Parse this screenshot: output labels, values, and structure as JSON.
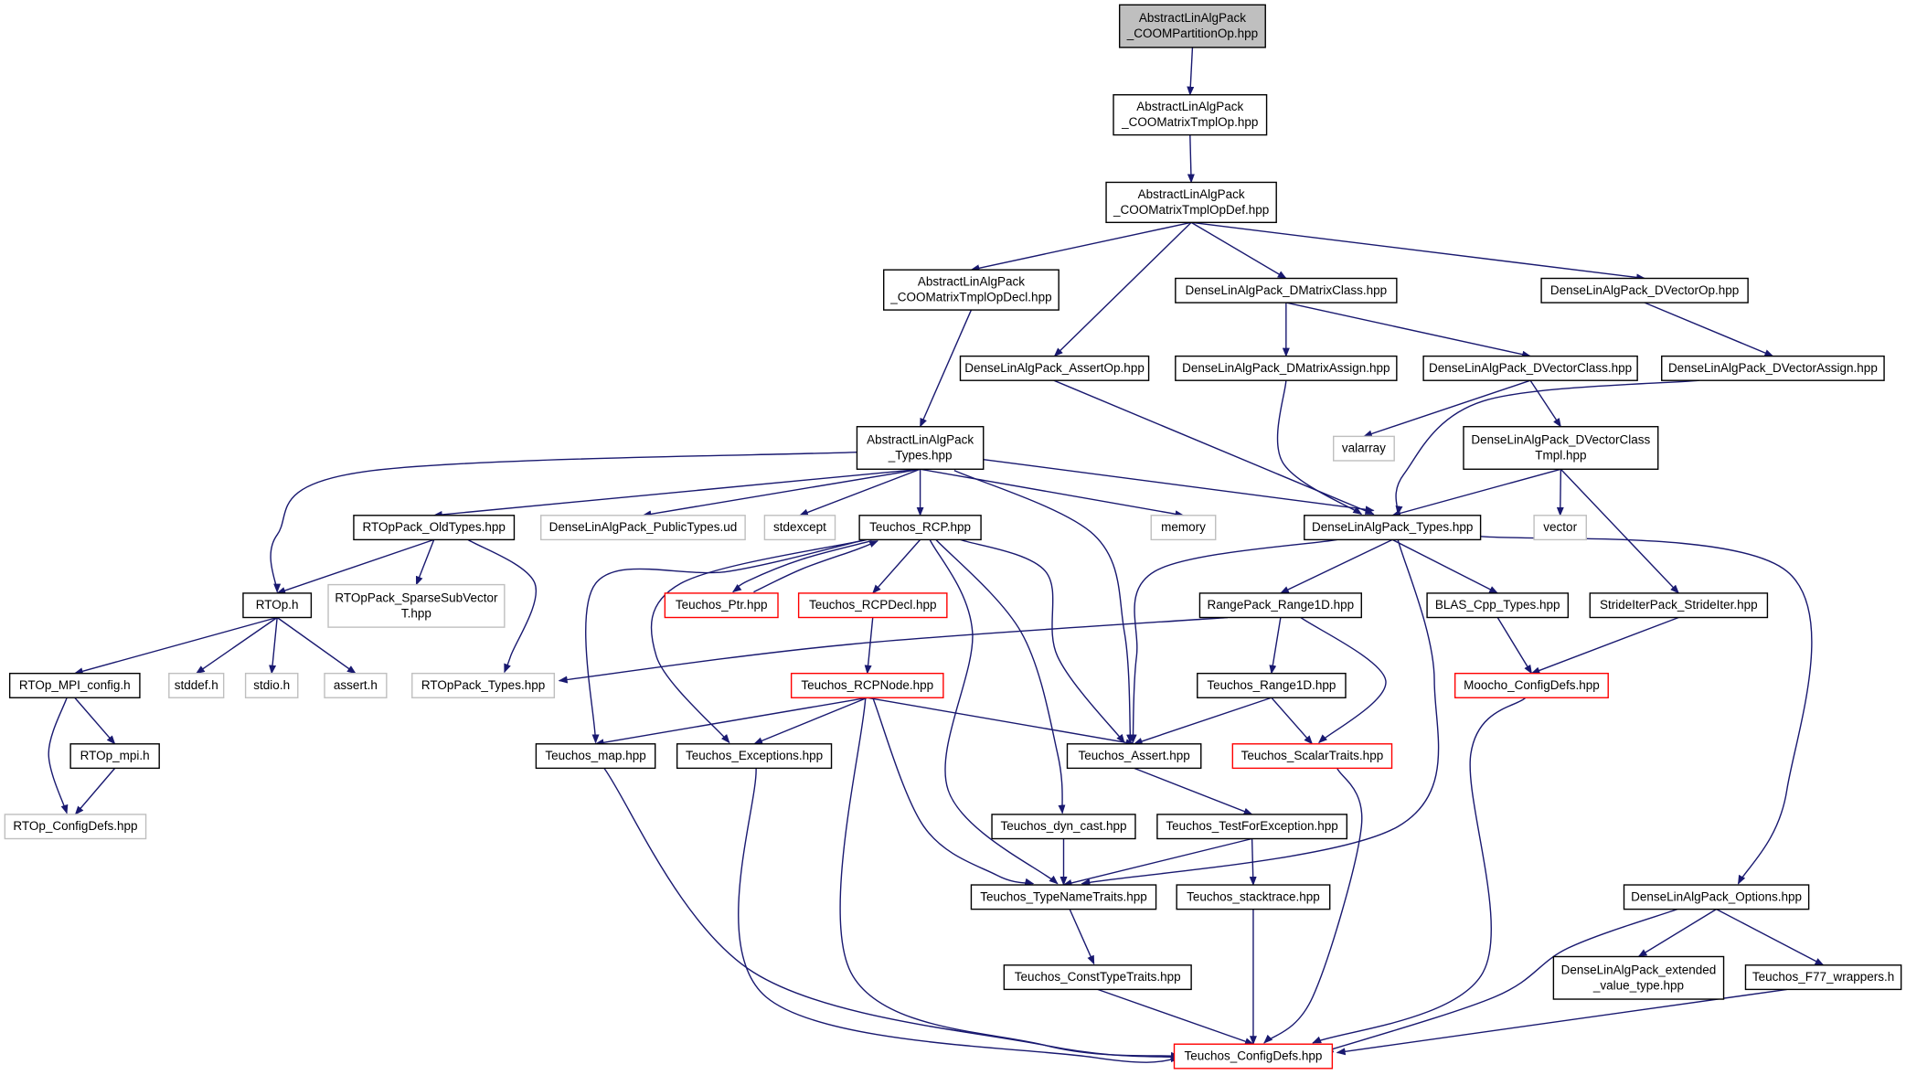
{
  "graph": {
    "colors": {
      "edge": "#191970",
      "border_normal": "#000000",
      "border_missing": "#bfbfbf",
      "border_truncated": "#ff0000",
      "fill_root": "#bfbfbf",
      "fill_default": "#ffffff"
    },
    "nodes": [
      {
        "id": "coomp",
        "lines": [
          "AbstractLinAlgPack",
          "_COOMPartitionOp.hpp"
        ],
        "style": "root"
      },
      {
        "id": "coomt",
        "lines": [
          "AbstractLinAlgPack",
          "_COOMatrixTmplOp.hpp"
        ],
        "style": "normal"
      },
      {
        "id": "coomtd",
        "lines": [
          "AbstractLinAlgPack",
          "_COOMatrixTmplOpDef.hpp"
        ],
        "style": "normal"
      },
      {
        "id": "coomtdecl",
        "lines": [
          "AbstractLinAlgPack",
          "_COOMatrixTmplOpDecl.hpp"
        ],
        "style": "normal"
      },
      {
        "id": "dmc",
        "lines": [
          "DenseLinAlgPack_DMatrixClass.hpp"
        ],
        "style": "normal"
      },
      {
        "id": "dvo",
        "lines": [
          "DenseLinAlgPack_DVectorOp.hpp"
        ],
        "style": "normal"
      },
      {
        "id": "aop",
        "lines": [
          "DenseLinAlgPack_AssertOp.hpp"
        ],
        "style": "normal"
      },
      {
        "id": "dma",
        "lines": [
          "DenseLinAlgPack_DMatrixAssign.hpp"
        ],
        "style": "normal"
      },
      {
        "id": "dvc",
        "lines": [
          "DenseLinAlgPack_DVectorClass.hpp"
        ],
        "style": "normal"
      },
      {
        "id": "dva",
        "lines": [
          "DenseLinAlgPack_DVectorAssign.hpp"
        ],
        "style": "normal"
      },
      {
        "id": "alat",
        "lines": [
          "AbstractLinAlgPack",
          "_Types.hpp"
        ],
        "style": "normal"
      },
      {
        "id": "valarray",
        "lines": [
          "valarray"
        ],
        "style": "missing"
      },
      {
        "id": "dvct",
        "lines": [
          "DenseLinAlgPack_DVectorClass",
          "Tmpl.hpp"
        ],
        "style": "normal"
      },
      {
        "id": "rtopold",
        "lines": [
          "RTOpPack_OldTypes.hpp"
        ],
        "style": "normal"
      },
      {
        "id": "dlapt",
        "lines": [
          "DenseLinAlgPack_PublicTypes.ud"
        ],
        "style": "missing"
      },
      {
        "id": "stdexcept",
        "lines": [
          "stdexcept"
        ],
        "style": "missing"
      },
      {
        "id": "trcp",
        "lines": [
          "Teuchos_RCP.hpp"
        ],
        "style": "normal"
      },
      {
        "id": "memory",
        "lines": [
          "memory"
        ],
        "style": "missing"
      },
      {
        "id": "dlat",
        "lines": [
          "DenseLinAlgPack_Types.hpp"
        ],
        "style": "normal"
      },
      {
        "id": "vector",
        "lines": [
          "vector"
        ],
        "style": "missing"
      },
      {
        "id": "rtoph",
        "lines": [
          "RTOp.h"
        ],
        "style": "normal"
      },
      {
        "id": "rtopssv",
        "lines": [
          "RTOpPack_SparseSubVector",
          "T.hpp"
        ],
        "style": "missing"
      },
      {
        "id": "tptr",
        "lines": [
          "Teuchos_Ptr.hpp"
        ],
        "style": "truncated"
      },
      {
        "id": "trcpdecl",
        "lines": [
          "Teuchos_RCPDecl.hpp"
        ],
        "style": "truncated"
      },
      {
        "id": "rr1d",
        "lines": [
          "RangePack_Range1D.hpp"
        ],
        "style": "normal"
      },
      {
        "id": "blas",
        "lines": [
          "BLAS_Cpp_Types.hpp"
        ],
        "style": "normal"
      },
      {
        "id": "stride",
        "lines": [
          "StrideIterPack_StrideIter.hpp"
        ],
        "style": "normal"
      },
      {
        "id": "rtopmpi",
        "lines": [
          "RTOp_MPI_config.h"
        ],
        "style": "normal"
      },
      {
        "id": "stddef",
        "lines": [
          "stddef.h"
        ],
        "style": "missing"
      },
      {
        "id": "stdio",
        "lines": [
          "stdio.h"
        ],
        "style": "missing"
      },
      {
        "id": "assert",
        "lines": [
          "assert.h"
        ],
        "style": "missing"
      },
      {
        "id": "rtoptypes",
        "lines": [
          "RTOpPack_Types.hpp"
        ],
        "style": "missing"
      },
      {
        "id": "trcpnode",
        "lines": [
          "Teuchos_RCPNode.hpp"
        ],
        "style": "truncated"
      },
      {
        "id": "tr1d",
        "lines": [
          "Teuchos_Range1D.hpp"
        ],
        "style": "normal"
      },
      {
        "id": "moocho",
        "lines": [
          "Moocho_ConfigDefs.hpp"
        ],
        "style": "truncated"
      },
      {
        "id": "rtopmpih",
        "lines": [
          "RTOp_mpi.h"
        ],
        "style": "normal"
      },
      {
        "id": "tmap",
        "lines": [
          "Teuchos_map.hpp"
        ],
        "style": "normal"
      },
      {
        "id": "texc",
        "lines": [
          "Teuchos_Exceptions.hpp"
        ],
        "style": "normal"
      },
      {
        "id": "tassert",
        "lines": [
          "Teuchos_Assert.hpp"
        ],
        "style": "normal"
      },
      {
        "id": "tscal",
        "lines": [
          "Teuchos_ScalarTraits.hpp"
        ],
        "style": "truncated"
      },
      {
        "id": "rtopcfg",
        "lines": [
          "RTOp_ConfigDefs.hpp"
        ],
        "style": "missing"
      },
      {
        "id": "tdyn",
        "lines": [
          "Teuchos_dyn_cast.hpp"
        ],
        "style": "normal"
      },
      {
        "id": "ttfe",
        "lines": [
          "Teuchos_TestForException.hpp"
        ],
        "style": "normal"
      },
      {
        "id": "ttnt",
        "lines": [
          "Teuchos_TypeNameTraits.hpp"
        ],
        "style": "normal"
      },
      {
        "id": "tstack",
        "lines": [
          "Teuchos_stacktrace.hpp"
        ],
        "style": "normal"
      },
      {
        "id": "dlaopt",
        "lines": [
          "DenseLinAlgPack_Options.hpp"
        ],
        "style": "normal"
      },
      {
        "id": "tctt",
        "lines": [
          "Teuchos_ConstTypeTraits.hpp"
        ],
        "style": "normal"
      },
      {
        "id": "dlaext",
        "lines": [
          "DenseLinAlgPack_extended",
          "_value_type.hpp"
        ],
        "style": "normal"
      },
      {
        "id": "tf77",
        "lines": [
          "Teuchos_F77_wrappers.h"
        ],
        "style": "normal"
      },
      {
        "id": "tcfg",
        "lines": [
          "Teuchos_ConfigDefs.hpp"
        ],
        "style": "truncated"
      }
    ],
    "edges": [
      [
        "coomp",
        "coomt"
      ],
      [
        "coomt",
        "coomtd"
      ],
      [
        "coomtd",
        "coomtdecl"
      ],
      [
        "coomtd",
        "aop"
      ],
      [
        "coomtd",
        "dmc"
      ],
      [
        "coomtd",
        "dvo"
      ],
      [
        "coomtdecl",
        "alat"
      ],
      [
        "dmc",
        "dma"
      ],
      [
        "dmc",
        "dvc"
      ],
      [
        "dvo",
        "dva"
      ],
      [
        "aop",
        "dlat"
      ],
      [
        "dma",
        "dlat"
      ],
      [
        "dva",
        "dlat"
      ],
      [
        "dvc",
        "valarray"
      ],
      [
        "dvc",
        "dvct"
      ],
      [
        "dvct",
        "dlat"
      ],
      [
        "dvct",
        "vector"
      ],
      [
        "dvct",
        "stride"
      ],
      [
        "alat",
        "rtoph"
      ],
      [
        "alat",
        "rtopold"
      ],
      [
        "alat",
        "dlapt"
      ],
      [
        "alat",
        "stdexcept"
      ],
      [
        "alat",
        "trcp"
      ],
      [
        "alat",
        "tassert"
      ],
      [
        "alat",
        "memory"
      ],
      [
        "alat",
        "dlat"
      ],
      [
        "rtopold",
        "rtoph"
      ],
      [
        "rtopold",
        "rtopssv"
      ],
      [
        "rtopold",
        "rtoptypes"
      ],
      [
        "rtoph",
        "rtopmpi"
      ],
      [
        "rtoph",
        "stddef"
      ],
      [
        "rtoph",
        "stdio"
      ],
      [
        "rtoph",
        "assert"
      ],
      [
        "rtopmpi",
        "rtopmpih"
      ],
      [
        "rtopmpi",
        "rtopcfg"
      ],
      [
        "rtopmpih",
        "rtopcfg"
      ],
      [
        "trcp",
        "tptr"
      ],
      [
        "tptr",
        "trcp"
      ],
      [
        "trcp",
        "trcpdecl"
      ],
      [
        "trcp",
        "tmap"
      ],
      [
        "trcp",
        "texc"
      ],
      [
        "trcp",
        "tassert"
      ],
      [
        "trcp",
        "tdyn"
      ],
      [
        "trcp",
        "ttnt"
      ],
      [
        "trcpdecl",
        "trcpnode"
      ],
      [
        "trcpnode",
        "tmap"
      ],
      [
        "trcpnode",
        "texc"
      ],
      [
        "trcpnode",
        "tassert"
      ],
      [
        "trcpnode",
        "ttnt"
      ],
      [
        "trcpnode",
        "tcfg"
      ],
      [
        "dlat",
        "tassert"
      ],
      [
        "dlat",
        "rr1d"
      ],
      [
        "dlat",
        "blas"
      ],
      [
        "dlat",
        "ttnt"
      ],
      [
        "dlat",
        "dlaopt"
      ],
      [
        "rr1d",
        "rtoptypes"
      ],
      [
        "rr1d",
        "tr1d"
      ],
      [
        "rr1d",
        "tscal"
      ],
      [
        "tr1d",
        "tassert"
      ],
      [
        "tr1d",
        "tscal"
      ],
      [
        "blas",
        "moocho"
      ],
      [
        "stride",
        "moocho"
      ],
      [
        "moocho",
        "tcfg"
      ],
      [
        "tmap",
        "tcfg"
      ],
      [
        "texc",
        "tcfg"
      ],
      [
        "tassert",
        "ttfe"
      ],
      [
        "ttfe",
        "ttnt"
      ],
      [
        "ttfe",
        "tstack"
      ],
      [
        "tdyn",
        "ttnt"
      ],
      [
        "ttnt",
        "tctt"
      ],
      [
        "tctt",
        "tcfg"
      ],
      [
        "tstack",
        "tcfg"
      ],
      [
        "tscal",
        "tcfg"
      ],
      [
        "dlaopt",
        "tcfg"
      ],
      [
        "dlaopt",
        "dlaext"
      ],
      [
        "dlaopt",
        "tf77"
      ],
      [
        "tf77",
        "tcfg"
      ]
    ]
  }
}
